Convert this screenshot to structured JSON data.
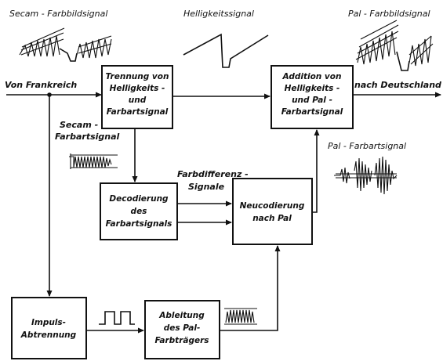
{
  "labels": {
    "secam_farbbild": "Secam - Farbbildsignal",
    "helligkeit": "Helligkeitssignal",
    "pal_farbbild": "Pal - Farbbildsignal",
    "von_frankreich": "Von Frankreich",
    "nach_deutschland": "nach Deutschland",
    "secam_farbart_1": "Secam -",
    "secam_farbart_2": "Farbartsignal",
    "pal_farbart": "Pal - Farbartsignal",
    "farbdiff_1": "Farbdifferenz -",
    "farbdiff_2": "Signale"
  },
  "boxes": {
    "trennung": [
      "Trennung von",
      "Helligkeits -",
      "und",
      "Farbartsignal"
    ],
    "addition": [
      "Addition von",
      "Helligkeits -",
      "und Pal -",
      "Farbartsignal"
    ],
    "decodierung": [
      "Decodierung",
      "des",
      "Farbartsignals"
    ],
    "neucodierung": [
      "Neucodierung",
      "nach Pal"
    ],
    "impuls": [
      "Impuls-",
      "Abtrennung"
    ],
    "ableitung": [
      "Ableitung",
      "des Pal-",
      "Farbträgers"
    ]
  }
}
